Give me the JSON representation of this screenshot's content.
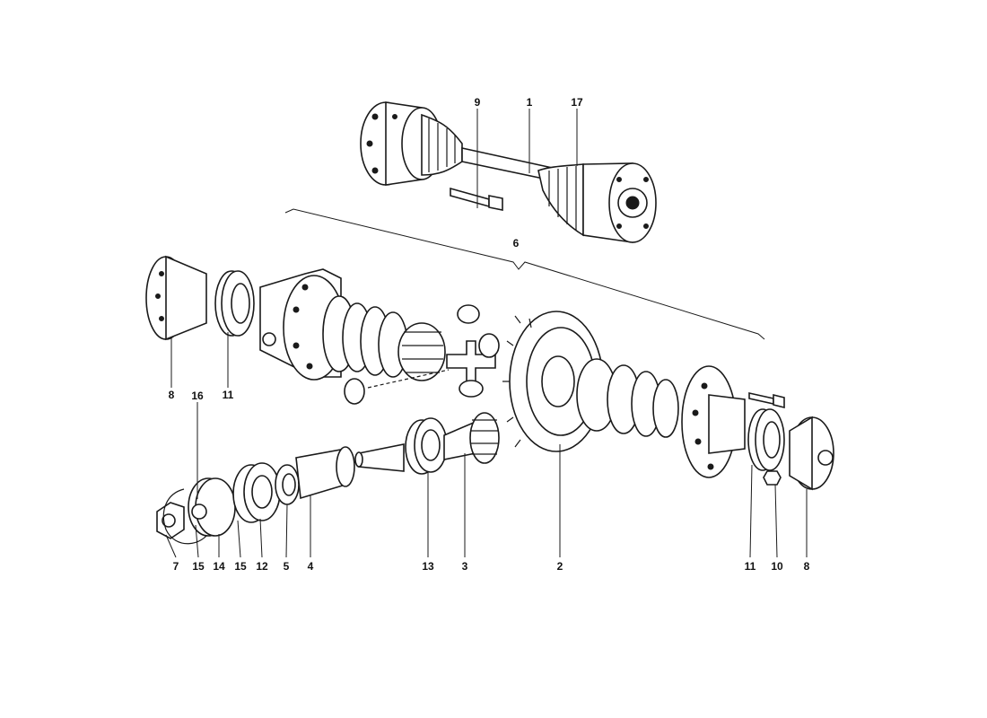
{
  "callouts": {
    "c1": "1",
    "c2": "2",
    "c3": "3",
    "c4": "4",
    "c5": "5",
    "c6": "6",
    "c7": "7",
    "c8_left": "8",
    "c8_right": "8",
    "c9": "9",
    "c10": "10",
    "c11_left": "11",
    "c11_right": "11",
    "c12": "12",
    "c13": "13",
    "c14": "14",
    "c15_left": "15",
    "c15_right": "15",
    "c16": "16",
    "c17": "17"
  }
}
